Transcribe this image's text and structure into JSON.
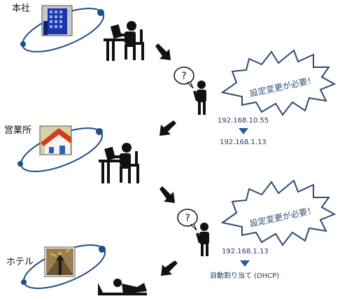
{
  "locations": {
    "hq": "本社",
    "branch": "営業所",
    "hotel": "ホテル"
  },
  "callouts": {
    "first": "設定変更が必要！",
    "second": "設定変更が必要！"
  },
  "network": {
    "before_1": "192.168.10.55",
    "after_1": "192.168.1.13",
    "before_2": "192.168.1.13",
    "after_2": "自動割り当て (DHCP)"
  },
  "icons": {
    "building": "office-building-icon",
    "house": "branch-office-icon",
    "hotel": "hotel-icon",
    "worker": "worker-at-desk-icon",
    "confused": "confused-person-icon",
    "lying": "person-lying-down-icon",
    "arrow": "diagonal-arrow-icon",
    "down": "down-triangle-icon"
  },
  "colors": {
    "ellipse": "#1f4e8c",
    "bubble_stroke": "#2c4a78",
    "ip_text": "#1f3b63"
  }
}
